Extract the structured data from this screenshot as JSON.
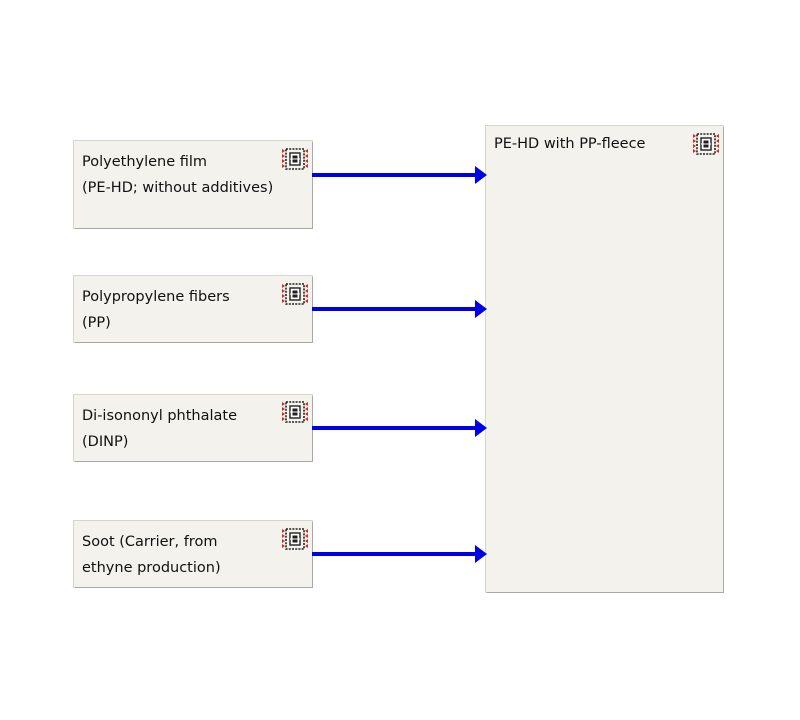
{
  "inputs": [
    {
      "label": "Polyethylene film\n(PE-HD; without additives)",
      "icon": "process-icon"
    },
    {
      "label": "Polypropylene fibers\n(PP)",
      "icon": "process-icon"
    },
    {
      "label": "Di-isononyl phthalate\n(DINP)",
      "icon": "process-icon"
    },
    {
      "label": "Soot (Carrier, from\nethyne production)",
      "icon": "process-icon"
    }
  ],
  "output": {
    "label": "PE-HD with PP-fleece",
    "icon": "process-icon"
  },
  "colors": {
    "arrow": "#0000e6",
    "box_fill": "#f3f2ec",
    "icon_red": "#d8262a",
    "icon_dark": "#202020"
  }
}
